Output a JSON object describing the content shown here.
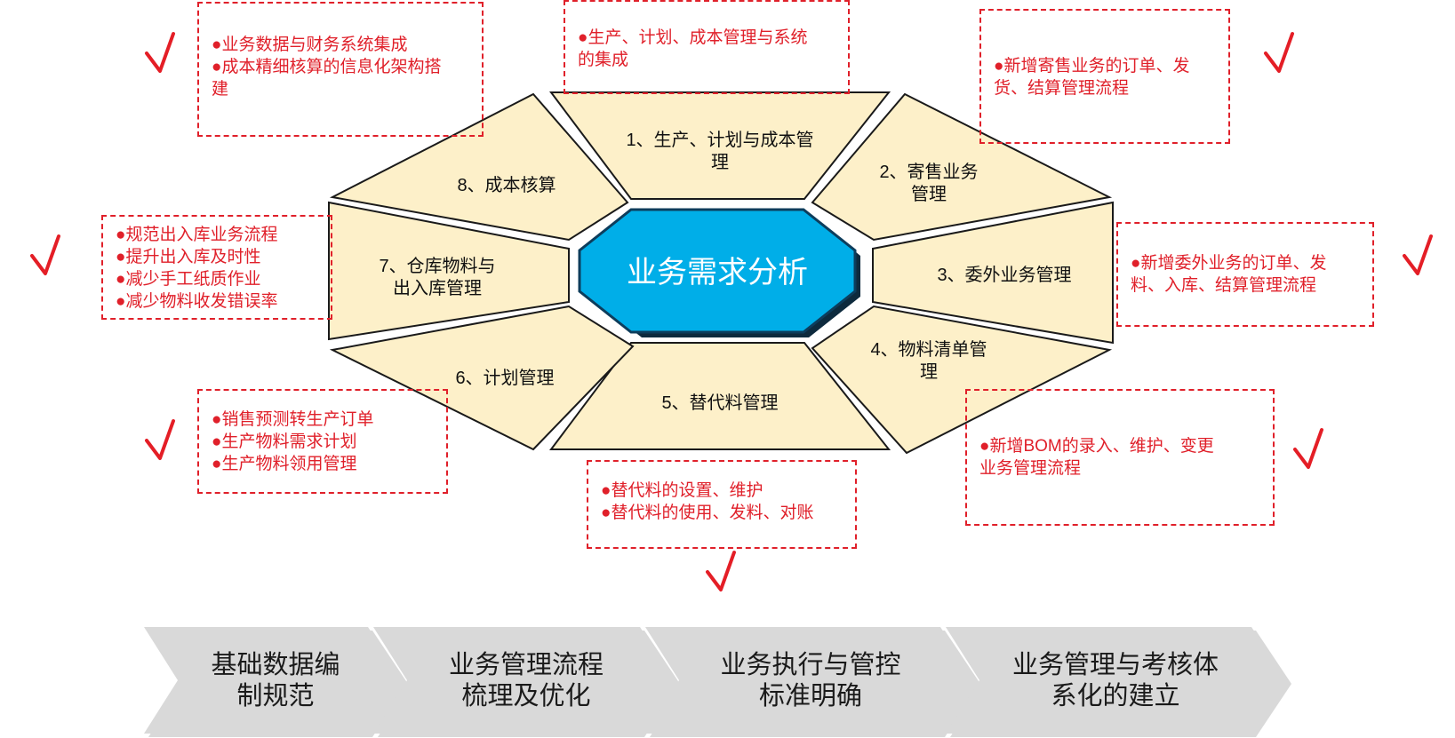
{
  "center": {
    "label": "业务需求分析",
    "color": "#00aee8"
  },
  "segments": [
    {
      "id": 1,
      "lines": [
        "1、生产、计划与成本管",
        "理"
      ]
    },
    {
      "id": 2,
      "lines": [
        "2、寄售业务",
        "管理"
      ]
    },
    {
      "id": 3,
      "lines": [
        "3、委外业务管理"
      ]
    },
    {
      "id": 4,
      "lines": [
        "4、物料清单管",
        "理"
      ]
    },
    {
      "id": 5,
      "lines": [
        "5、替代料管理"
      ]
    },
    {
      "id": 6,
      "lines": [
        "6、计划管理"
      ]
    },
    {
      "id": 7,
      "lines": [
        "7、仓库物料与",
        "出入库管理"
      ]
    },
    {
      "id": 8,
      "lines": [
        "8、成本核算"
      ]
    }
  ],
  "notes": {
    "n1": [
      "●生产、计划、成本管理与系统",
      "的集成"
    ],
    "n2": [
      "●新增寄售业务的订单、发",
      "货、结算管理流程"
    ],
    "n3": [
      "●新增委外业务的订单、发",
      "料、入库、结算管理流程"
    ],
    "n4": [
      "●新增BOM的录入、维护、变更",
      "业务管理流程"
    ],
    "n5": [
      "●替代料的设置、维护",
      "●替代料的使用、发料、对账"
    ],
    "n6": [
      "●销售预测转生产订单",
      "●生产物料需求计划",
      "●生产物料领用管理"
    ],
    "n7": [
      "●规范出入库业务流程",
      "●提升出入库及时性",
      "●减少手工纸质作业",
      "●减少物料收发错误率"
    ],
    "n8": [
      "●业务数据与财务系统集成",
      "●成本精细核算的信息化架构搭",
      "建"
    ]
  },
  "steps": [
    {
      "lines": [
        "基础数据编",
        "制规范"
      ]
    },
    {
      "lines": [
        "业务管理流程",
        "梳理及优化"
      ]
    },
    {
      "lines": [
        "业务执行与管控",
        "标准明确"
      ]
    },
    {
      "lines": [
        "业务管理与考核体",
        "系化的建立"
      ]
    }
  ],
  "colors": {
    "segment_fill": "#fdf0c9",
    "note_red": "#e0202a",
    "check_red": "#e41e26",
    "chevron_gray": "#d9d9d9"
  },
  "icons": {
    "check": "checkmark-icon"
  }
}
